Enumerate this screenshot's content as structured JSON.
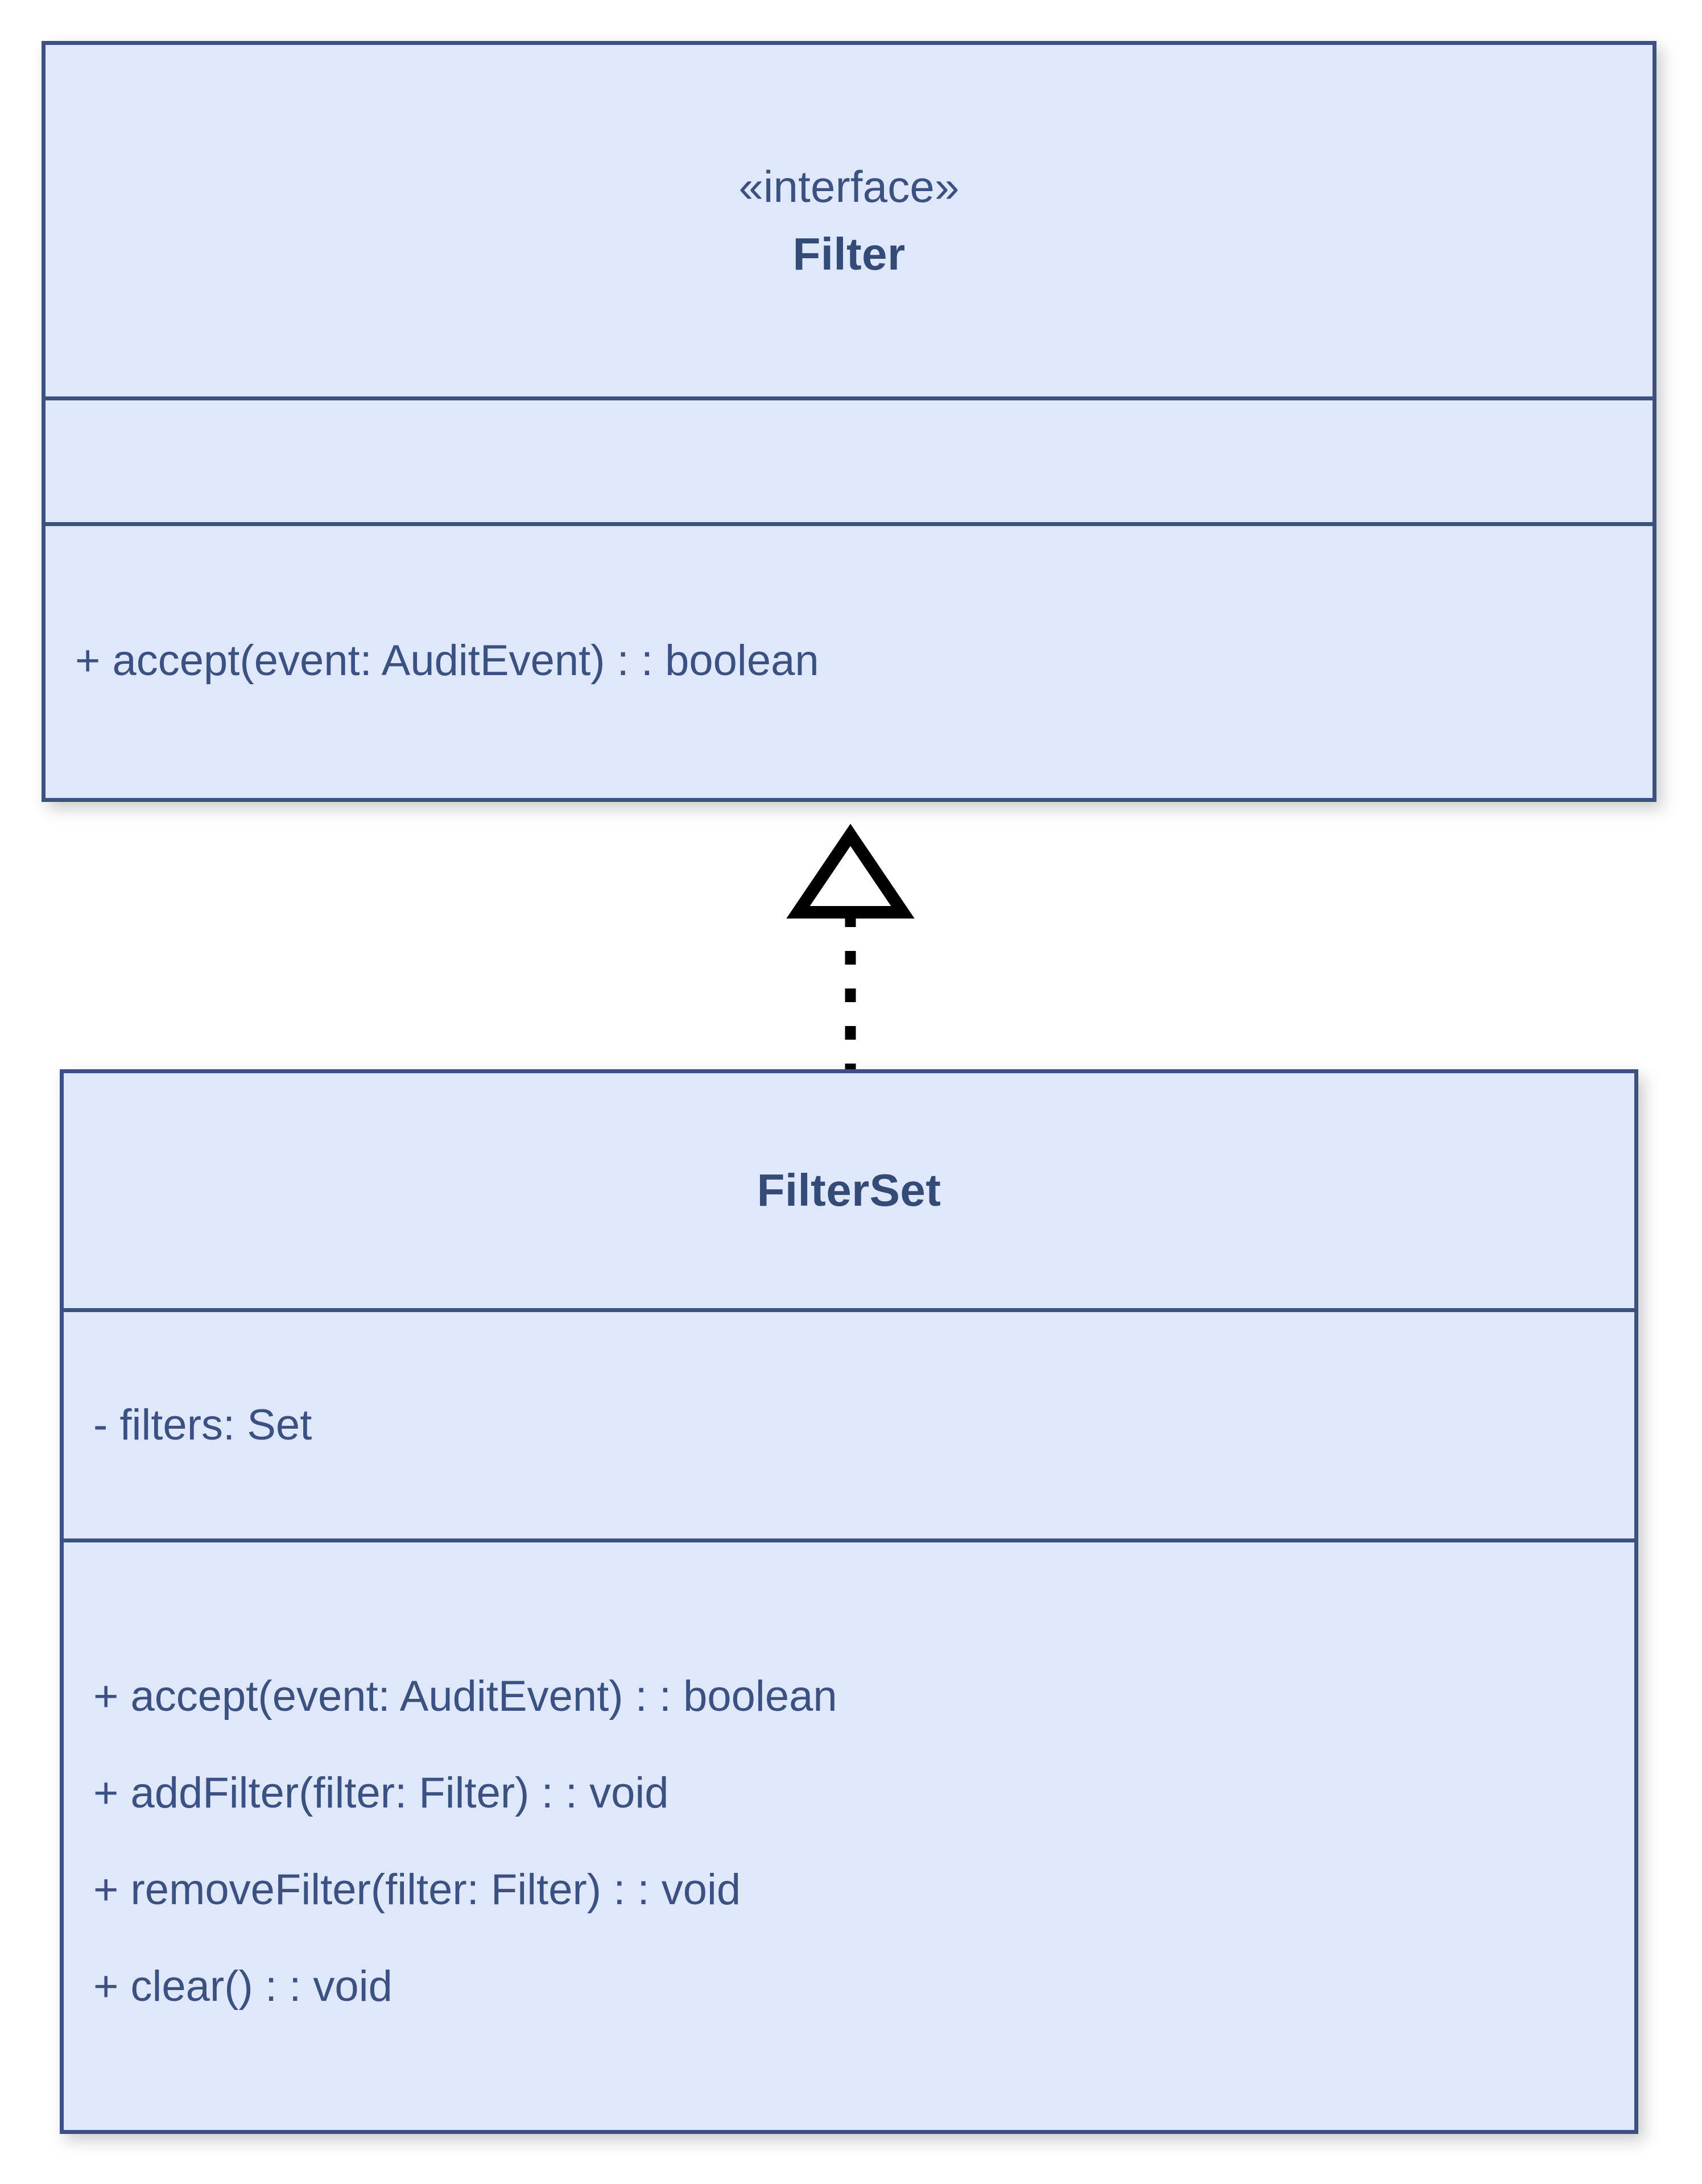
{
  "diagram": {
    "type": "uml-class-diagram",
    "background_color": "#ffffff",
    "classes": [
      {
        "id": "filter",
        "stereotype": "«interface»",
        "name": "Filter",
        "attributes": [],
        "methods": [
          "+ accept(event: AuditEvent) : : boolean"
        ]
      },
      {
        "id": "filterset",
        "stereotype": "",
        "name": "FilterSet",
        "attributes": [
          "- filters: Set"
        ],
        "methods": [
          "+ accept(event: AuditEvent) : : boolean",
          "+ addFilter(filter: Filter) : : void",
          "+ removeFilter(filter: Filter) : : void",
          "+ clear() : : void"
        ]
      }
    ],
    "relationships": [
      {
        "id": "realization-filterset-filter",
        "kind": "realization",
        "source": "FilterSet",
        "target": "Filter",
        "line_style": "dashed",
        "arrow_head": "hollow-triangle"
      }
    ],
    "colors": {
      "class_fill": "#dfe7fa",
      "class_border": "#3a5182",
      "text": "#3a5182",
      "name_text": "#344b78",
      "connector": "#000000"
    }
  }
}
